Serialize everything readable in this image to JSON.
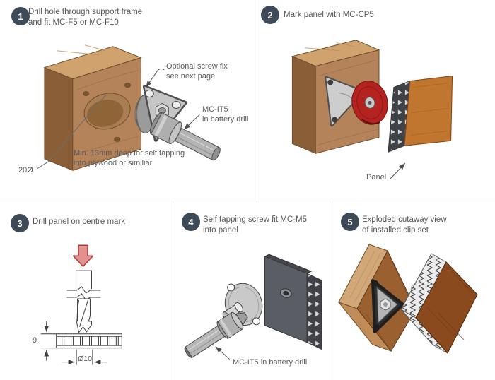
{
  "colors": {
    "badge": "#3c4b57",
    "text": "#58595b",
    "divider": "#cccccc",
    "marker_disc_red": "#b42320",
    "drill_arrow_red": "#e2918f",
    "wood_front": "#b5835a",
    "wood_top": "#d2a878",
    "wood_side": "#8a5f38",
    "honeycomb_panel_orange": "#c0762e",
    "honeycomb_panel_dark": "#5a5d63",
    "cutaway_panel_brown": "#8a4a1e"
  },
  "steps": [
    {
      "number": "1",
      "title": "Drill hole through support frame\nand fit MC-F5 or MC-F10",
      "labels": {
        "optional_screw": "Optional screw fix\nsee next page",
        "tool": "MC-IT5\nin battery drill",
        "depth_note": "Min. 13mm deep for self tapping\ninto plywood or similiar",
        "hole_diameter": "20Ø"
      }
    },
    {
      "number": "2",
      "title": "Mark panel with MC-CP5",
      "labels": {
        "panel": "Panel"
      }
    },
    {
      "number": "3",
      "title": "Drill panel on centre mark",
      "dimensions": {
        "thickness": "9",
        "hole_diameter": "Ø10"
      }
    },
    {
      "number": "4",
      "title": "Self tapping screw fit MC-M5\ninto panel",
      "labels": {
        "tool": "MC-IT5 in battery drill"
      }
    },
    {
      "number": "5",
      "title": "Exploded cutaway view\nof installed clip set"
    }
  ]
}
